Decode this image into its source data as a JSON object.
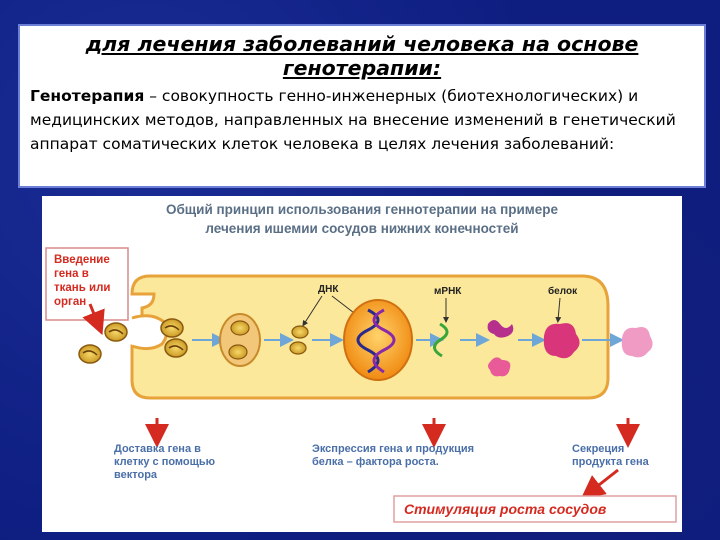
{
  "slide": {
    "title": "для лечения заболеваний человека на основе генотерапии:",
    "definition_term": "Генотерапия",
    "definition_text": " – совокупность генно-инженерных (биотехнологических) и медицинских методов, направленных на внесение изменений в генетический аппарат соматических клеток человека в целях лечения заболеваний:"
  },
  "figure": {
    "title_line1": "Общий принцип использования геннотерапии на примере",
    "title_line2": "лечения ишемии сосудов нижних конечностей",
    "intro_label": [
      "Введение",
      "гена в",
      "ткань или",
      "орган"
    ],
    "dna_label": "ДНК",
    "mrna_label": "мРНК",
    "protein_label": "белок",
    "step1": [
      "Доставка гена в",
      "клетку с помощью",
      "вектора"
    ],
    "step2": [
      "Экспрессия гена  и продукция",
      "белка – фактора роста."
    ],
    "step3": [
      "Секреция",
      "продукта гена"
    ],
    "result": "Стимуляция роста сосудов"
  },
  "colors": {
    "background": "#0d1d80",
    "cell": "#fbe89a",
    "cell_border": "#e8a23a",
    "nucleus": "#f39a1e",
    "protein": "#d8357a",
    "arrow_red": "#d42a1f",
    "arrow_blue": "#6fa6d8",
    "label_text": "#4a6fa8"
  }
}
